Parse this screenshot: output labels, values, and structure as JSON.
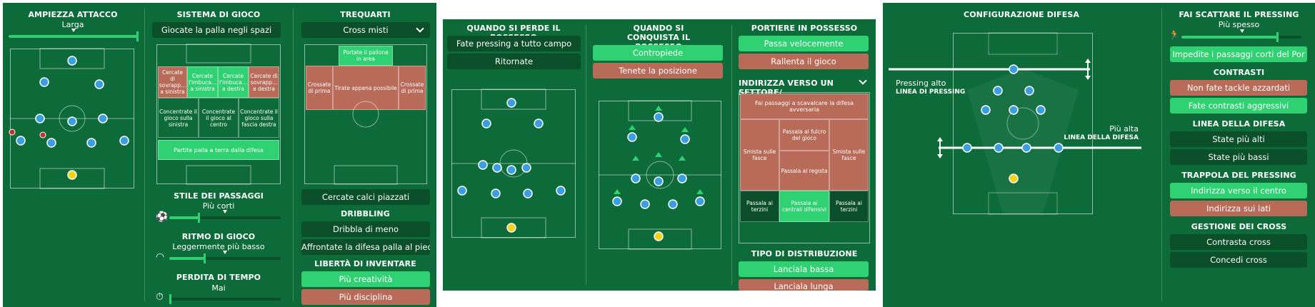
{
  "panel1": {
    "ampiezza": {
      "title": "AMPIEZZA ATTACCO",
      "value": "Larga",
      "fill": 1.0
    },
    "sistema": {
      "title": "SISTEMA DI GIOCO",
      "dropdown": "Giocate la palla negli spazi",
      "zones": [
        "Cercate di sovrapp... a sinistra",
        "Cercate l'imbuca... a sinistra",
        "Cercate l'imbuca... a destra",
        "Cercate di sovrapp... a destra",
        "Concentrate il gioco sulla sinistra",
        "Concentrate il gioco al centro",
        "Concentrate il gioco sulla fascia destra",
        "Partite palla a terra dalla difesa"
      ]
    },
    "trequarti": {
      "title": "TREQUARTI",
      "dropdown": "Cross misti",
      "zones": [
        "Portate il pallone in area",
        "Crossate di prima",
        "Tirate appena possibile",
        "Crossate di prima"
      ]
    },
    "calci": "Cercate calci piazzati",
    "stile": {
      "title": "STILE DEI PASSAGGI",
      "value": "Più corti",
      "fill": 0.27
    },
    "ritmo": {
      "title": "RITMO DI GIOCO",
      "value": "Leggermente più basso",
      "fill": 0.32
    },
    "perdita": {
      "title": "PERDITA DI TEMPO",
      "value": "Mai",
      "fill": 0.0
    },
    "dribbling": {
      "title": "DRIBBLING",
      "opt1": "Dribbla di meno",
      "opt2": "Affrontate la difesa palla al piede"
    },
    "liberta": {
      "title": "LIBERTÀ DI INVENTARE",
      "opt1": "Più creatività",
      "opt2": "Più disciplina"
    }
  },
  "panel2": {
    "perde": {
      "title": "QUANDO SI PERDE IL POSSESSO",
      "opt1": "Fate pressing a tutto campo",
      "opt2": "Ritornate"
    },
    "conquista": {
      "title": "QUANDO SI CONQUISTA IL POSSESSO",
      "opt1": "Contropiede",
      "opt2": "Tenete la posizione"
    },
    "portiere": {
      "title": "PORTIERE IN POSSESSO",
      "opt1": "Passa velocemente",
      "opt2": "Rallenta il gioco"
    },
    "settore": {
      "title": "INDIRIZZA VERSO UN SETTORE/...",
      "zones": [
        "Fai passaggi a scavalcare la difesa avversaria",
        "Smista sulle fasce",
        "Passala al fulcro del gioco",
        "Smista sulle fasce",
        "Passala al regista",
        "Passala ai terzini",
        "Passala ai centrali difensivi",
        "Passala ai terzini"
      ]
    },
    "distribuzione": {
      "title": "TIPO DI DISTRIBUZIONE",
      "opt1": "Lanciala bassa",
      "opt2": "Lanciala lunga"
    }
  },
  "panel3": {
    "config": {
      "title": "CONFIGURAZIONE DIFESA",
      "pressing_label": "Pressing alto",
      "pressing_sub": "LINEA DI PRESSING",
      "line_label": "Più alta",
      "line_sub": "LINEA DELLA DIFESA"
    },
    "scattare": {
      "title": "FAI SCATTARE IL PRESSING",
      "value": "Più spesso",
      "fill": 0.8,
      "opt": "Impedite i passaggi corti del Por"
    },
    "contrasti": {
      "title": "CONTRASTI",
      "opt1": "Non fate tackle azzardati",
      "opt2": "Fate contrasti aggressivi"
    },
    "linea": {
      "title": "LINEA DELLA DIFESA",
      "opt1": "State più alti",
      "opt2": "State più bassi"
    },
    "trappola": {
      "title": "TRAPPOLA DEL PRESSING",
      "opt1": "Indirizza verso il centro",
      "opt2": "Indirizza sui lati"
    },
    "cross": {
      "title": "GESTIONE DEI CROSS",
      "opt1": "Contrasta cross",
      "opt2": "Concedi cross"
    }
  },
  "colors": {
    "panel": "#0d6b3a",
    "dark_button": "#0a4f2a",
    "selected": "#2fd173",
    "warning": "#b86b58",
    "player": "#3a9ee0",
    "keeper": "#f2d21b"
  }
}
